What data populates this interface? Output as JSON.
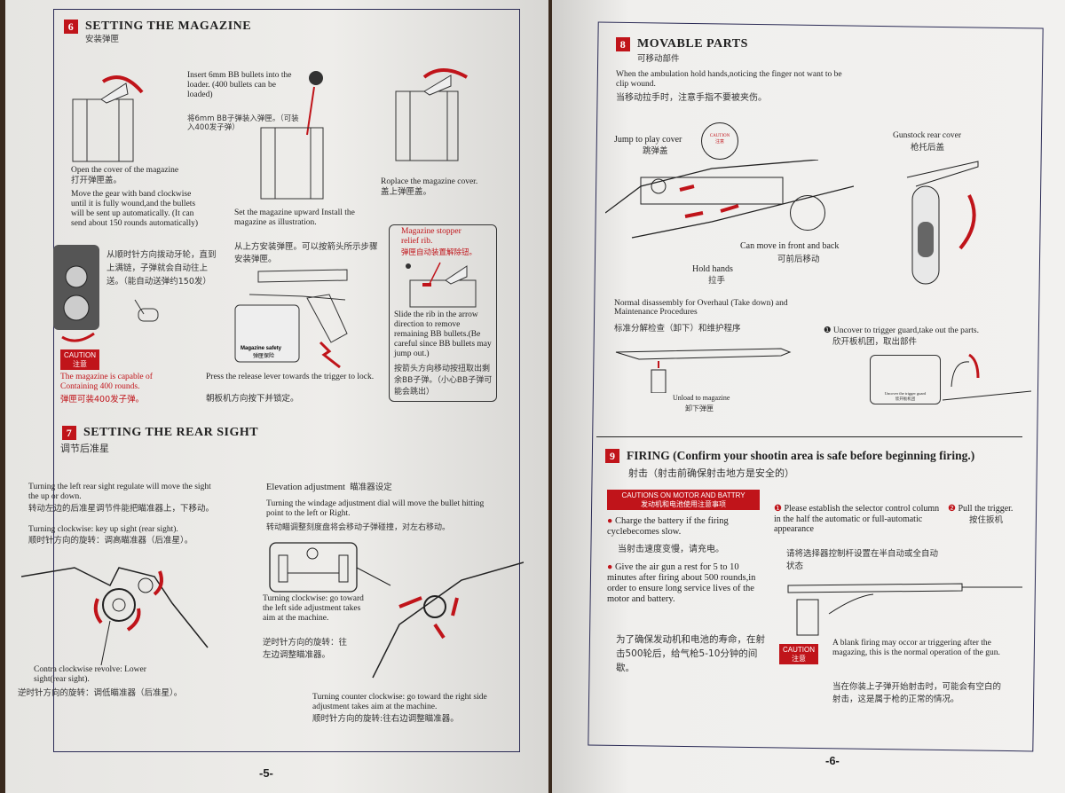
{
  "left_page": {
    "page_number": "-5-",
    "s6": {
      "num": "6",
      "title": "SETTING THE MAGAZINE",
      "title_zh": "安装弹匣",
      "insert": "Insert 6mm BB bullets into the loader. (400 bullets can be loaded)",
      "insert_zh": "将6mm BB子弹装入弹匣。（可装入400发子弹）",
      "open": "Open the cover of the magazine",
      "open_zh": "打开弹匣盖。",
      "gear": "Move the gear with band clockwise until it is fully wound,and the bullets will be sent up automatically. (It can send about 150 rounds automatically)",
      "gear_zh": "从顺时针方向拨动牙轮，直到上满链，子弹就会自动往上送。（能自动送弹约150发）",
      "replace": "Roplace the magazine cover.",
      "replace_zh": "盖上弹匣盖。",
      "set": "Set the magazine upward Install the magazine as illustration.",
      "set_zh": "从上方安装弹匣。可以按箭头所示步骤安装弹匣。",
      "stopper": "Magazine stopper relief rib.",
      "stopper_zh": "弹匣自动装置解除钮。",
      "slide": "Slide the rib in the arrow direction to remove remaining BB bullets.(Be careful since BB bullets may jump out.)",
      "slide_zh": "按箭头方向移动按扭取出剩余BB子弹。（小心BB子弹可能会跳出）",
      "safety_label": "Magazine safety",
      "safety_label_zh": "弹匣保险",
      "press": "Press the release lever towards the trigger to lock.",
      "press_zh": "朝板机方向按下并锁定。",
      "caution": "CAUTION",
      "caution_zh": "注意",
      "capable": "The magazine is capable of Containing 400 rounds.",
      "capable_zh": "弹匣可装400发子弹。"
    },
    "s7": {
      "num": "7",
      "title": "SETTING THE REAR SIGHT",
      "title_zh": "调节后准星",
      "left": "Turning the left rear sight regulate will move the sight the up or down.",
      "left_zh": "转动左边的后准星调节件能把瞄准器上，下移动。",
      "cw": "Turning clockwise: key up sight (rear sight).",
      "cw_zh": "顺时针方向的旋转：调高瞄准器（后准星）。",
      "ccw": "Contra clockwise revolve: Lower sight(rear sight).",
      "ccw_zh": "逆时针方向的旋转：调低瞄准器（后准星）。",
      "elev": "Elevation adjustment",
      "elev_zh": "瞄准器设定",
      "wind": "Turning the windage adjustment dial will move the bullet hitting point to the left or Right.",
      "wind_zh": "转动瞄调整刻度盘将会移动子弹碰撞，对左右移动。",
      "cw_left": "Turning clockwise: go toward the left side adjustment takes aim at the machine.",
      "cw_left_zh": "逆时针方向的旋转：往左边调整瞄准器。",
      "ccw_right": "Turning counter clockwise: go toward the right side adjustment takes aim at the machine.",
      "ccw_right_zh": "顺时针方向的旋转:往右边调整瞄准器。"
    }
  },
  "right_page": {
    "page_number": "-6-",
    "s8": {
      "num": "8",
      "title": "MOVABLE PARTS",
      "title_zh": "可移动部件",
      "warn": "When the ambulation hold hands,noticing the finger not want to be clip wound.",
      "warn_zh": "当移动拉手时，注意手指不要被夹伤。",
      "jump": "Jump to play cover",
      "jump_zh": "跳弹盖",
      "caution": "CAUTION",
      "caution_zh": "注意",
      "move": "Can move in front and back",
      "move_zh": "可前后移动",
      "hold": "Hold hands",
      "hold_zh": "拉手",
      "gunstock": "Gunstock rear cover",
      "gunstock_zh": "枪托后盖",
      "normal": "Normal disassembly for Overhaul (Take down) and Maintenance Procedures",
      "normal_zh": "标准分解检查（卸下）和维护程序",
      "unload": "Unload to magazine",
      "unload_zh": "卸下弹匣",
      "uncover": "Uncover to trigger guard,take out the parts.",
      "uncover_zh": "欣开板机团，取出部件",
      "uncover_small": "Uncover the trigger guard",
      "uncover_small_zh": "欣开板机团"
    },
    "s9": {
      "num": "9",
      "title": "FIRING (Confirm your shootin area is safe before beginning firing.)",
      "title_zh": "射击（射击前确保射击地方是安全的）",
      "cautions_title": "CAUTIONS ON MOTOR AND BATTRY",
      "cautions_title_zh": "发动机和电池使用注意事项",
      "b1": "Charge the battery if the firing cyclebecomes slow.",
      "b1_zh": "当射击速度变慢，请充电。",
      "b2": "Give the air gun a rest for 5 to 10 minutes after firing about 500 rounds,in order to ensure long service lives of the motor and battery.",
      "b2_zh": "为了确保发动机和电池的寿命，在射击500轮后，给气枪5-10分钟的间歇。",
      "step1": "Please establish the selector control column in the half the automatic or full-automatic appearance",
      "step1_zh": "请将选择器控制杆设置在半自动或全自动状态",
      "step2": "Pull the trigger.",
      "step2_zh": "按住扳机",
      "caution": "CAUTION",
      "caution_zh": "注意",
      "blank": "A blank firing may occor ar triggering after the magazing, this is the normal operation of the gun.",
      "blank_zh": "当在你装上子弹开始射击时，可能会有空白的射击，这是属于枪的正常的情况。"
    }
  }
}
